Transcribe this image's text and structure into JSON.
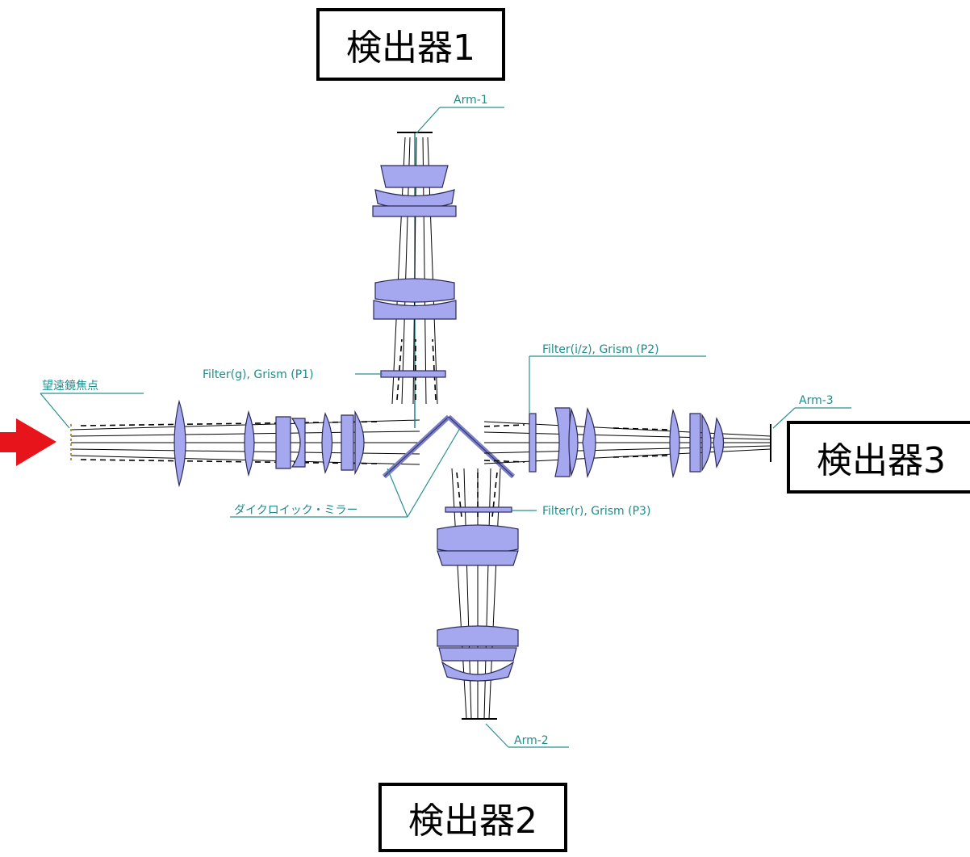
{
  "detectors": {
    "d1": "検出器1",
    "d2": "検出器2",
    "d3": "検出器3"
  },
  "labels": {
    "arm1": "Arm-1",
    "arm2": "Arm-2",
    "arm3": "Arm-3",
    "filter_p1": "Filter(g), Grism (P1)",
    "filter_p2": "Filter(i/z), Grism (P2)",
    "filter_p3": "Filter(r), Grism (P3)",
    "focus": "望遠鏡焦点",
    "dichroic": "ダイクロイック・ミラー"
  },
  "colors": {
    "lens_fill": "#a5a8ee",
    "label_teal": "#1f8c8c",
    "input_arrow": "#e8141c"
  },
  "icons": {
    "input_arrow": "red-arrow-icon"
  }
}
